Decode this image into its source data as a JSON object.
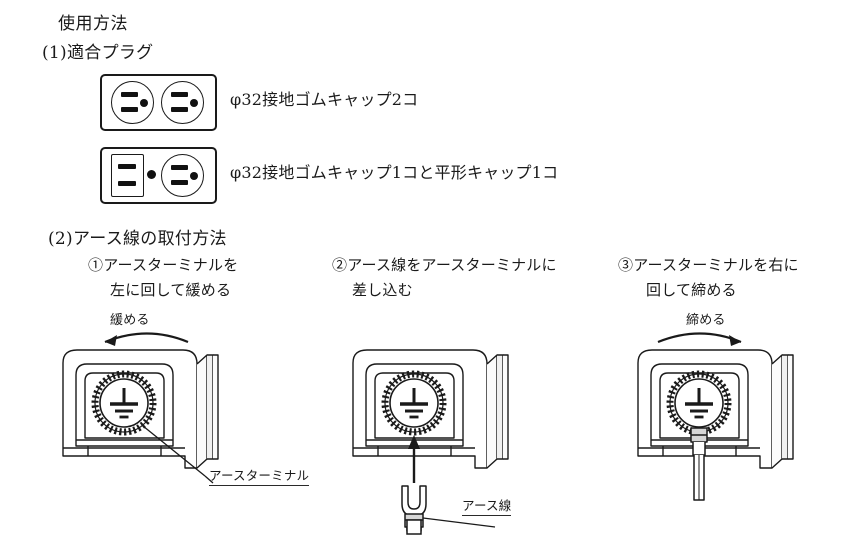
{
  "document": {
    "heading": "使用方法",
    "section1": {
      "title": "(1)適合プラグ",
      "rows": [
        {
          "caption": "φ32接地ゴムキャップ2コ",
          "outlet_type": "two-round-grounded",
          "sockets": [
            "round-grounded",
            "round-grounded"
          ]
        },
        {
          "caption": "φ32接地ゴムキャップ1コと平形キャップ1コ",
          "outlet_type": "flat-plus-round-grounded",
          "sockets": [
            "flat",
            "round-grounded"
          ]
        }
      ]
    },
    "section2": {
      "title": "(2)アース線の取付方法",
      "steps": [
        {
          "number": "①",
          "line1": "①アースターミナルを",
          "line2": "左に回して緩める",
          "turn_label": "緩める",
          "turn_direction": "left",
          "callout": "アースターミナル",
          "has_wire": false
        },
        {
          "number": "②",
          "line1": "②アース線をアースターミナルに",
          "line2": "差し込む",
          "turn_label": "",
          "turn_direction": "none",
          "callout": "アース線",
          "has_wire": true
        },
        {
          "number": "③",
          "line1": "③アースターミナルを右に",
          "line2": "回して締める",
          "turn_label": "締める",
          "turn_direction": "right",
          "callout": "",
          "has_wire": true
        }
      ]
    },
    "icons": {
      "earth_symbol": "earth-ground-icon",
      "fork_terminal": "fork-terminal-icon",
      "arrow_up": "arrow-up-icon",
      "arrow_curve_left": "arrow-curve-left-icon",
      "arrow_curve_right": "arrow-curve-right-icon"
    },
    "colors": {
      "ink": "#1a1a1a",
      "paper": "#ffffff",
      "shade": "#d8d8d8"
    }
  }
}
